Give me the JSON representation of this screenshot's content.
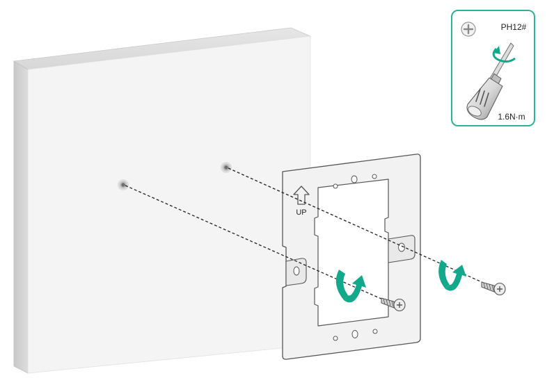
{
  "inset": {
    "screwdriver_bit": "PH12#",
    "torque": "1.6N·m",
    "border_color": "#2bb39a"
  },
  "bracket": {
    "orientation_label": "UP"
  },
  "colors": {
    "accent": "#12a88c",
    "wall_face": "#f4f4f4",
    "wall_edge": "#d2d2d2",
    "bracket_fill": "#f2f2f2",
    "outline": "#555555"
  },
  "icons": [
    "phillips-screw-icon",
    "screwdriver-icon",
    "rotate-arrow-icon",
    "screw-icon",
    "up-arrow-icon"
  ]
}
